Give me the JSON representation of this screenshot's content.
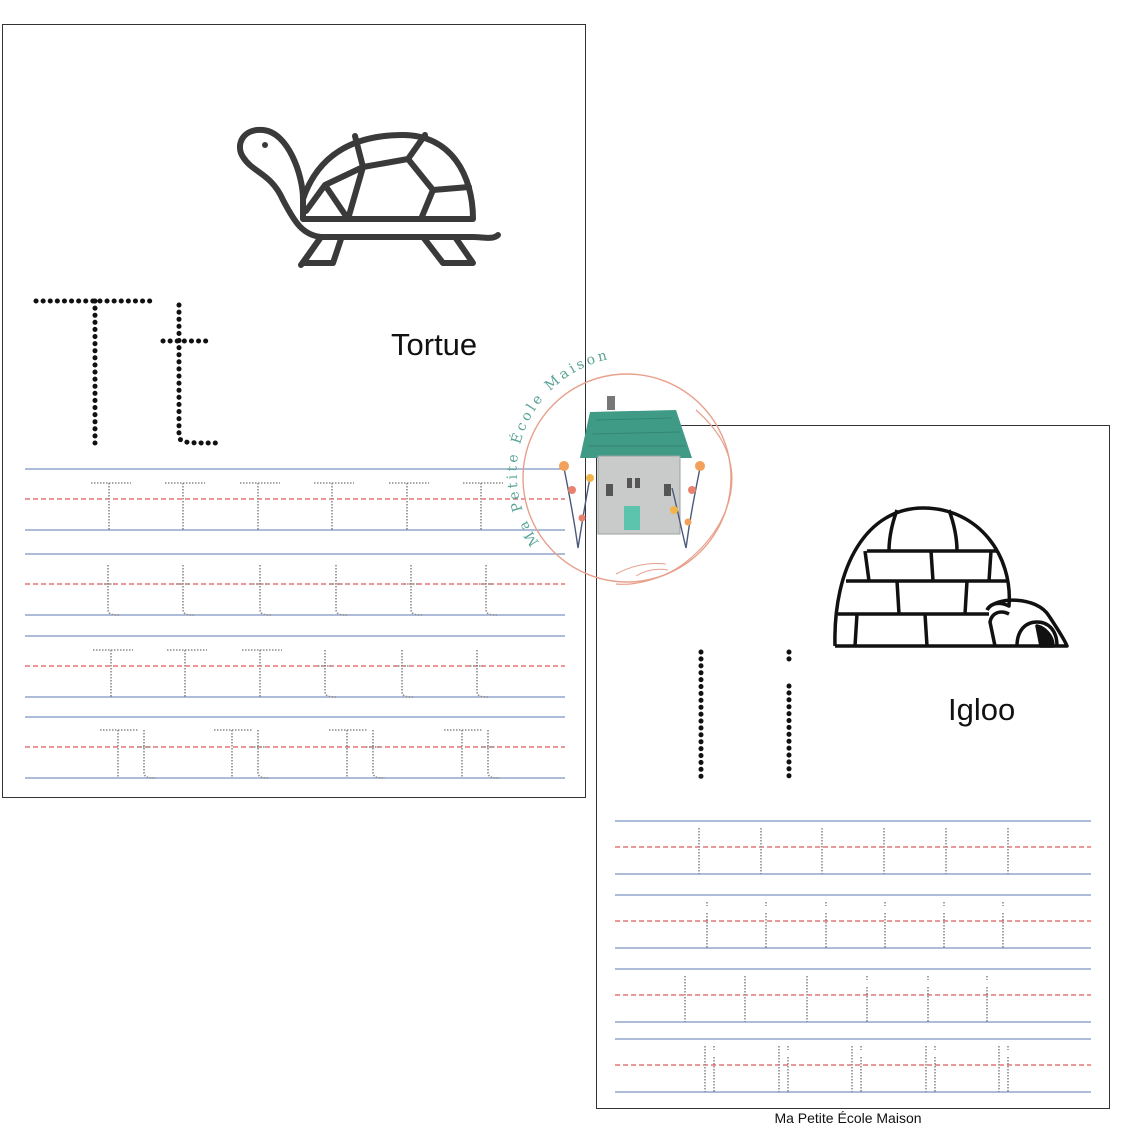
{
  "sheets": {
    "t": {
      "word": "Tortue"
    },
    "i": {
      "word": "Igloo"
    }
  },
  "logo": {
    "text": "Ma Petite École Maison"
  },
  "footer": {
    "text": "Ma Petite École Maison"
  },
  "colors": {
    "guide_blue": "#7b93c2",
    "guide_red": "#e05a5a",
    "trace_grey": "#8c8c8c",
    "dot_black": "#111111",
    "roof_green": "#3f9a86",
    "logo_ring": "#e8a08c"
  }
}
